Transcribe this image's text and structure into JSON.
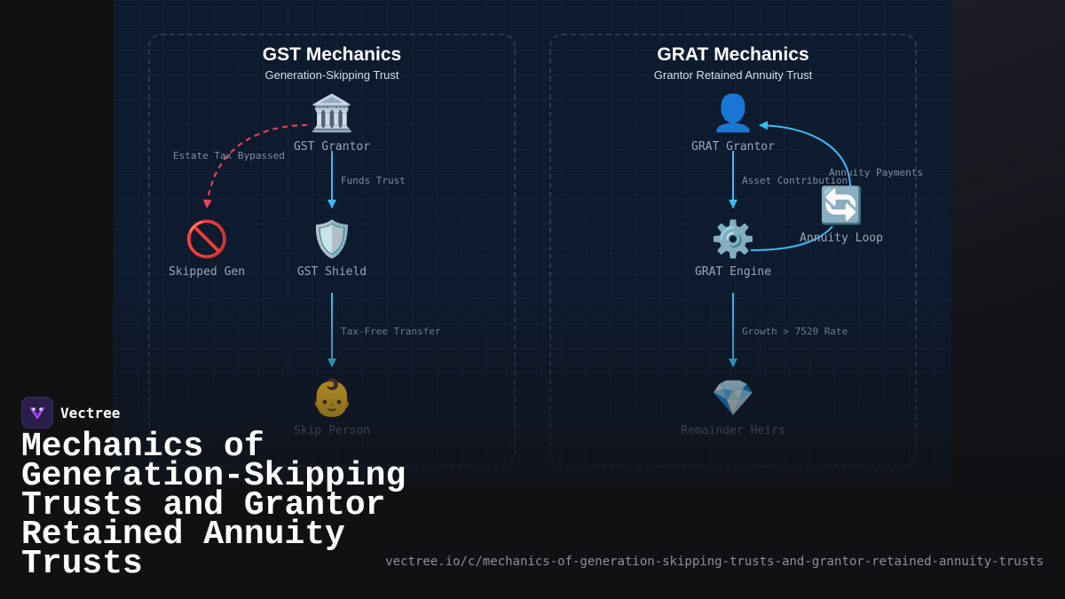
{
  "brand": {
    "name": "Vectree",
    "logo_icon": "vectree-logo-icon"
  },
  "title": "Mechanics of Generation-Skipping Trusts and Grantor Retained Annuity Trusts",
  "url": "vectree.io/c/mechanics-of-generation-skipping-trusts-and-grantor-retained-annuity-trusts",
  "colors": {
    "edge_blue": "#38bdf8",
    "edge_red": "#f43f5e",
    "panel_bg": "#0e1a2e"
  },
  "gst": {
    "title": "GST Mechanics",
    "subtitle": "Generation-Skipping Trust",
    "nodes": {
      "grantor": {
        "icon": "🏛️",
        "icon_name": "bank-building-icon",
        "label": "GST Grantor"
      },
      "skipped": {
        "icon": "🚫",
        "icon_name": "prohibited-icon",
        "label": "Skipped Gen"
      },
      "shield": {
        "icon": "🛡️",
        "icon_name": "shield-icon",
        "label": "GST Shield"
      },
      "skip_person": {
        "icon": "👶",
        "icon_name": "baby-icon",
        "label": "Skip Person"
      }
    },
    "edges": {
      "bypass": "Estate Tax Bypassed",
      "funds": "Funds Trust",
      "transfer": "Tax-Free Transfer"
    }
  },
  "grat": {
    "title": "GRAT Mechanics",
    "subtitle": "Grantor Retained Annuity Trust",
    "nodes": {
      "grantor": {
        "icon": "👤",
        "icon_name": "person-icon",
        "label": "GRAT Grantor"
      },
      "engine": {
        "icon": "⚙️",
        "icon_name": "gear-icon",
        "label": "GRAT Engine"
      },
      "loop": {
        "icon": "🔄",
        "icon_name": "refresh-loop-icon",
        "label": "Annuity Loop"
      },
      "heirs": {
        "icon": "💎",
        "icon_name": "gem-icon",
        "label": "Remainder Heirs"
      }
    },
    "edges": {
      "contribution": "Asset Contribution",
      "payments": "Annuity Payments",
      "growth": "Growth > 7520 Rate"
    }
  }
}
